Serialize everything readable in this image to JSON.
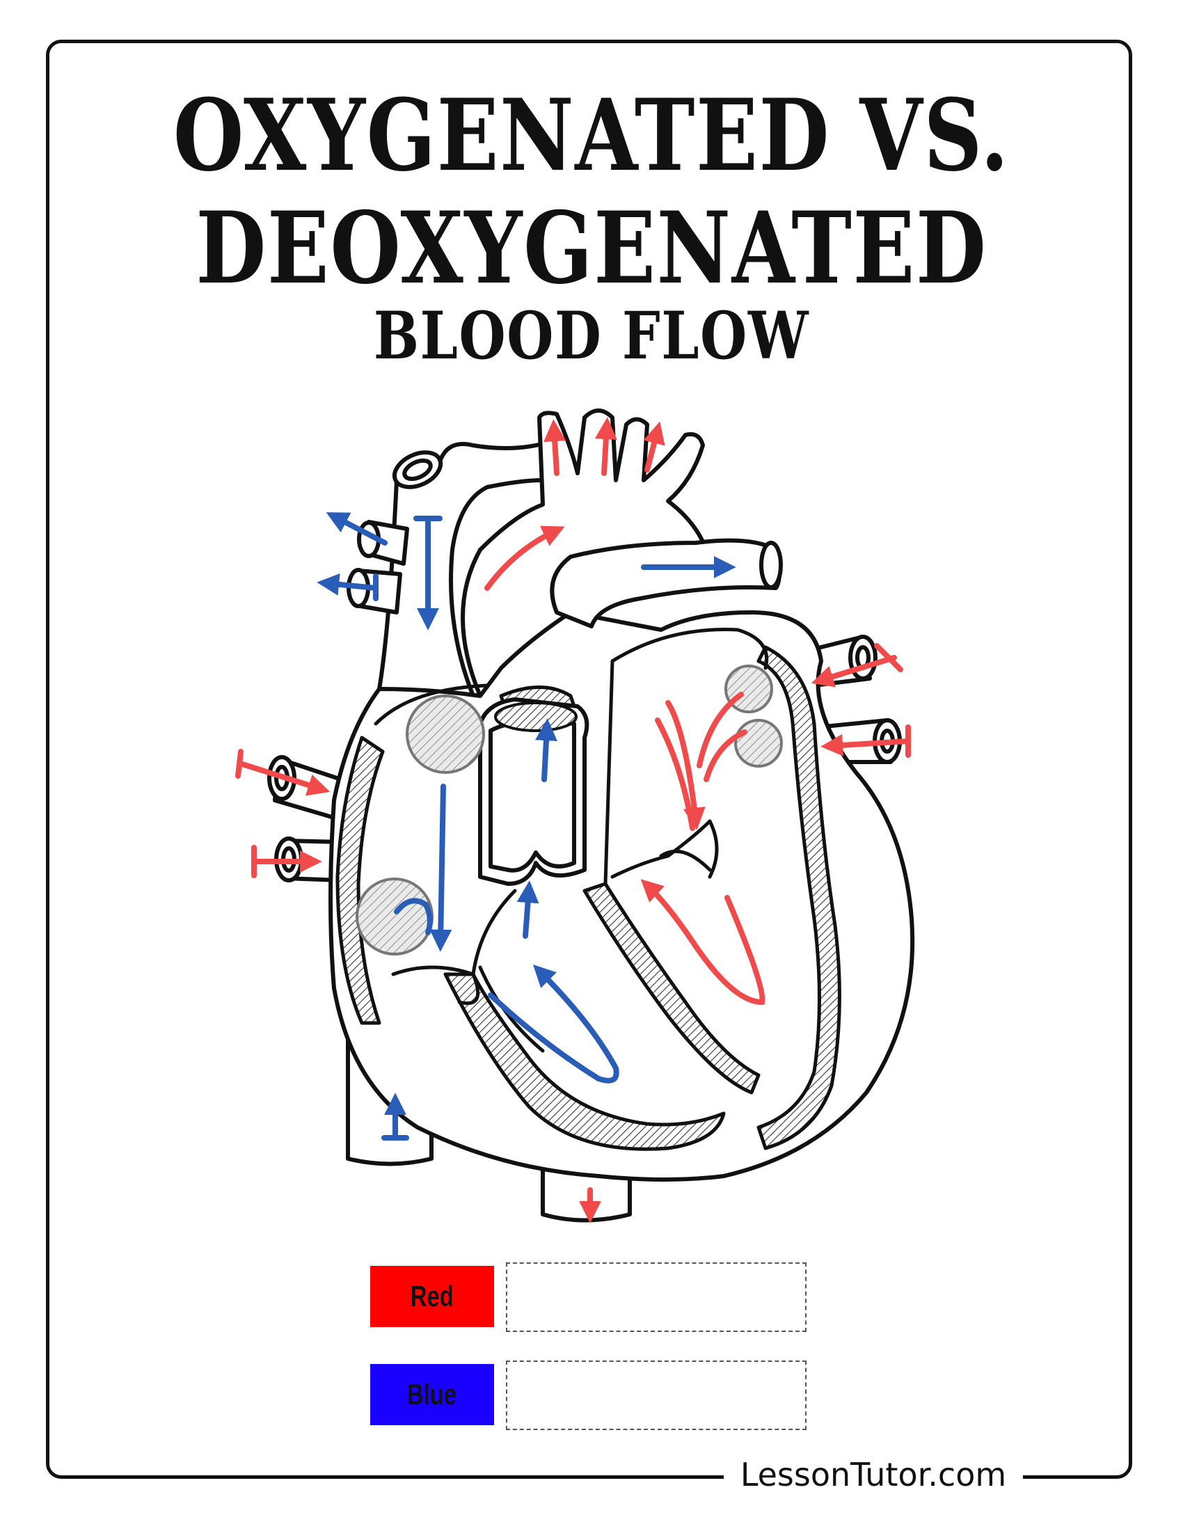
{
  "title": {
    "line1": "OXYGENATED VS.",
    "line2": "DEOXYGENATED",
    "line3": "BLOOD FLOW"
  },
  "legend": [
    {
      "label": "Red",
      "color": "#ff0000",
      "answer": ""
    },
    {
      "label": "Blue",
      "color": "#1a00ff",
      "answer": ""
    }
  ],
  "arrow_colors": {
    "oxygenated": "#f04a4a",
    "deoxygenated": "#2a5db8"
  },
  "footer": {
    "text": "LessonTutor.com"
  }
}
